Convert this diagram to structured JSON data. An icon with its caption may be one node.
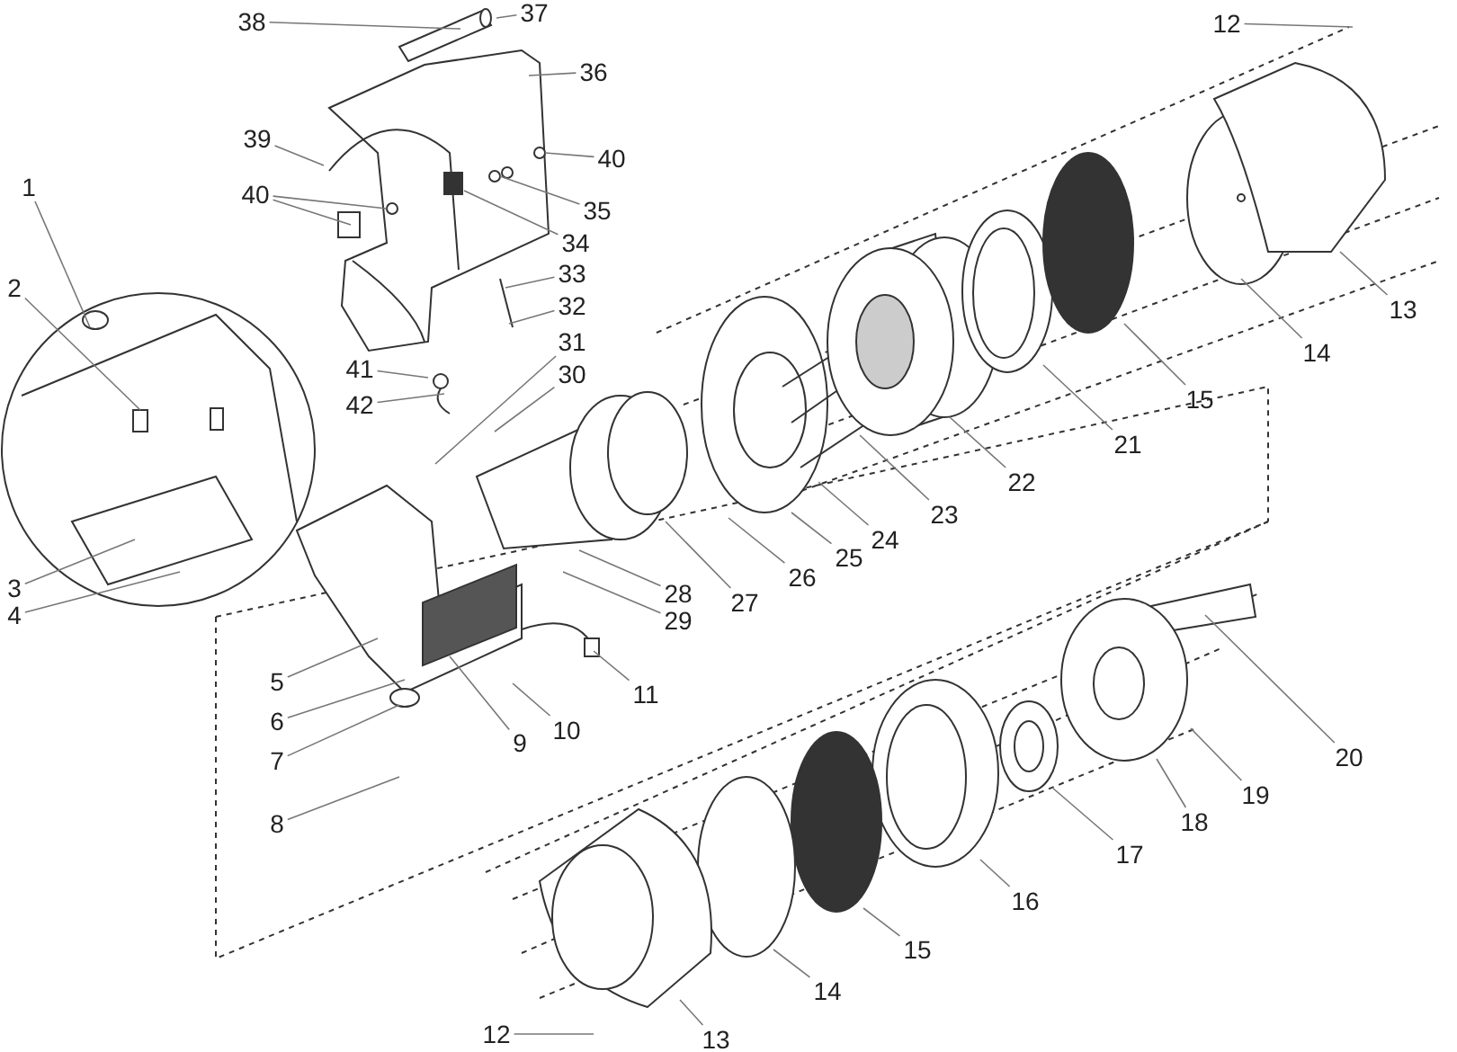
{
  "diagram": {
    "nodes": [
      {
        "text": [
          "38"
        ]
      },
      {
        "text": [
          "37"
        ]
      },
      {
        "text": [
          "36"
        ]
      },
      {
        "text": [
          "39"
        ]
      },
      {
        "text": [
          "40"
        ]
      },
      {
        "text": [
          "40"
        ]
      },
      {
        "text": [
          "35"
        ]
      },
      {
        "text": [
          "34"
        ]
      },
      {
        "text": [
          "1"
        ]
      },
      {
        "text": [
          "33"
        ]
      },
      {
        "text": [
          "32"
        ]
      },
      {
        "text": [
          "2"
        ]
      },
      {
        "text": [
          "31"
        ]
      },
      {
        "text": [
          "41"
        ]
      },
      {
        "text": [
          "30"
        ]
      },
      {
        "text": [
          "42"
        ]
      },
      {
        "text": [
          "3"
        ]
      },
      {
        "text": [
          "4"
        ]
      },
      {
        "text": [
          "5"
        ]
      },
      {
        "text": [
          "6"
        ]
      },
      {
        "text": [
          "7"
        ]
      },
      {
        "text": [
          "8"
        ]
      },
      {
        "text": [
          "9"
        ]
      },
      {
        "text": [
          "10"
        ]
      },
      {
        "text": [
          "11"
        ]
      },
      {
        "text": [
          "28"
        ]
      },
      {
        "text": [
          "29"
        ]
      },
      {
        "text": [
          "27"
        ]
      },
      {
        "text": [
          "26"
        ]
      },
      {
        "text": [
          "25"
        ]
      },
      {
        "text": [
          "24"
        ]
      },
      {
        "text": [
          "23"
        ]
      },
      {
        "text": [
          "22"
        ]
      },
      {
        "text": [
          "21"
        ]
      },
      {
        "text": [
          "15"
        ]
      },
      {
        "text": [
          "14"
        ]
      },
      {
        "text": [
          "13"
        ]
      },
      {
        "text": [
          "12"
        ]
      },
      {
        "text": [
          "20"
        ]
      },
      {
        "text": [
          "19"
        ]
      },
      {
        "text": [
          "18"
        ]
      },
      {
        "text": [
          "17"
        ]
      },
      {
        "text": [
          "16"
        ]
      },
      {
        "text": [
          "15"
        ]
      },
      {
        "text": [
          "14"
        ]
      },
      {
        "text": [
          "13"
        ]
      },
      {
        "text": [
          "12"
        ]
      }
    ],
    "edges": [
      {
        "from": 0,
        "to": null,
        "arrow": "none"
      },
      {
        "from": 1,
        "to": null,
        "arrow": "none"
      },
      {
        "from": 2,
        "to": null,
        "arrow": "none"
      },
      {
        "from": 3,
        "to": null,
        "arrow": "none"
      },
      {
        "from": 4,
        "to": null,
        "arrow": "none"
      },
      {
        "from": 5,
        "to": null,
        "arrow": "none"
      },
      {
        "from": 5,
        "to": null,
        "arrow": "none"
      },
      {
        "from": 6,
        "to": null,
        "arrow": "none"
      },
      {
        "from": 7,
        "to": null,
        "arrow": "none"
      },
      {
        "from": 8,
        "to": null,
        "arrow": "none"
      },
      {
        "from": 9,
        "to": null,
        "arrow": "none"
      },
      {
        "from": 10,
        "to": null,
        "arrow": "none"
      },
      {
        "from": 11,
        "to": null,
        "arrow": "none"
      },
      {
        "from": 12,
        "to": null,
        "arrow": "none"
      },
      {
        "from": 13,
        "to": null,
        "arrow": "none"
      },
      {
        "from": 14,
        "to": null,
        "arrow": "none"
      },
      {
        "from": 15,
        "to": null,
        "arrow": "none"
      },
      {
        "from": 16,
        "to": null,
        "arrow": "none"
      },
      {
        "from": 17,
        "to": null,
        "arrow": "none"
      },
      {
        "from": 18,
        "to": null,
        "arrow": "none"
      },
      {
        "from": 19,
        "to": null,
        "arrow": "none"
      },
      {
        "from": 20,
        "to": null,
        "arrow": "none"
      },
      {
        "from": 21,
        "to": null,
        "arrow": "none"
      },
      {
        "from": 22,
        "to": null,
        "arrow": "none"
      },
      {
        "from": 23,
        "to": null,
        "arrow": "none"
      },
      {
        "from": 24,
        "to": null,
        "arrow": "none"
      },
      {
        "from": 25,
        "to": null,
        "arrow": "none"
      },
      {
        "from": 26,
        "to": null,
        "arrow": "none"
      },
      {
        "from": 27,
        "to": null,
        "arrow": "none"
      },
      {
        "from": 28,
        "to": null,
        "arrow": "none"
      },
      {
        "from": 29,
        "to": null,
        "arrow": "none"
      },
      {
        "from": 30,
        "to": null,
        "arrow": "none"
      },
      {
        "from": 31,
        "to": null,
        "arrow": "none"
      },
      {
        "from": 32,
        "to": null,
        "arrow": "none"
      },
      {
        "from": 33,
        "to": null,
        "arrow": "none"
      },
      {
        "from": 34,
        "to": null,
        "arrow": "none"
      },
      {
        "from": 35,
        "to": null,
        "arrow": "none"
      },
      {
        "from": 36,
        "to": null,
        "arrow": "none"
      },
      {
        "from": 37,
        "to": null,
        "arrow": "none"
      },
      {
        "from": 38,
        "to": null,
        "arrow": "none"
      },
      {
        "from": 39,
        "to": null,
        "arrow": "none"
      },
      {
        "from": 40,
        "to": null,
        "arrow": "none"
      },
      {
        "from": 41,
        "to": null,
        "arrow": "none"
      },
      {
        "from": 42,
        "to": null,
        "arrow": "none"
      },
      {
        "from": 43,
        "to": null,
        "arrow": "none"
      },
      {
        "from": 44,
        "to": null,
        "arrow": "none"
      },
      {
        "from": 45,
        "to": null,
        "arrow": "none"
      },
      {
        "from": 46,
        "to": null,
        "arrow": "none"
      }
    ]
  }
}
